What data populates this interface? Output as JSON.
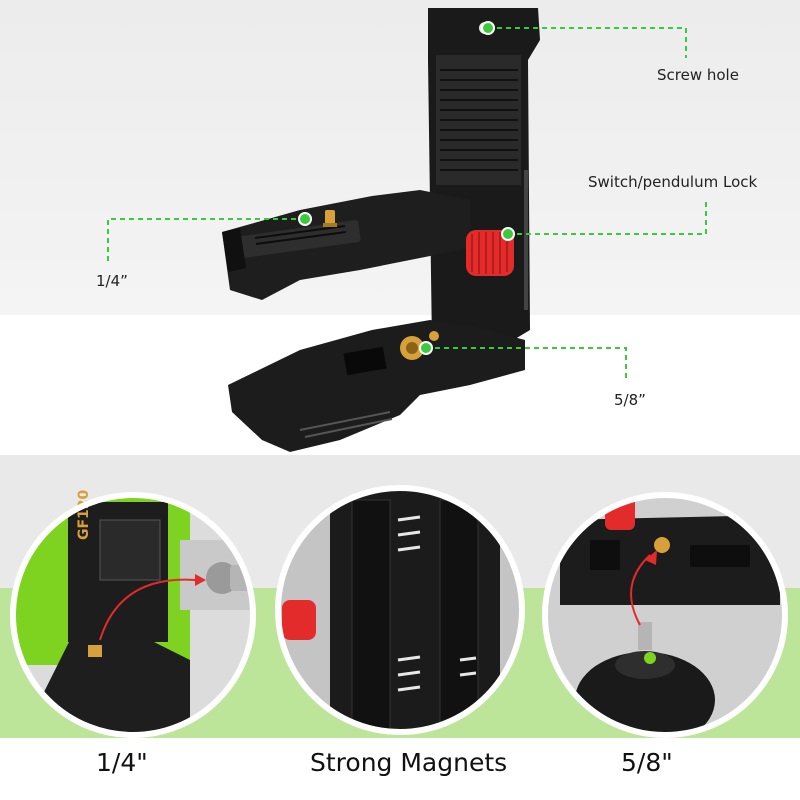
{
  "callouts": {
    "screw_hole": "Screw hole",
    "switch_lock": "Switch/pendulum Lock",
    "quarter_inch": "1/4”",
    "five_eighths": "5/8”"
  },
  "captions": {
    "left": "1/4\"",
    "middle": "Strong Magnets",
    "right": "5/8\""
  },
  "device_labels": {
    "model": "GF120"
  },
  "colors": {
    "callout_line": "#3cc93c",
    "knob": "#e32b2b",
    "housing": "#1c1c1c",
    "brass": "#d7a03a",
    "green_band": "#bde59a",
    "laser_body": "#7ed321"
  }
}
